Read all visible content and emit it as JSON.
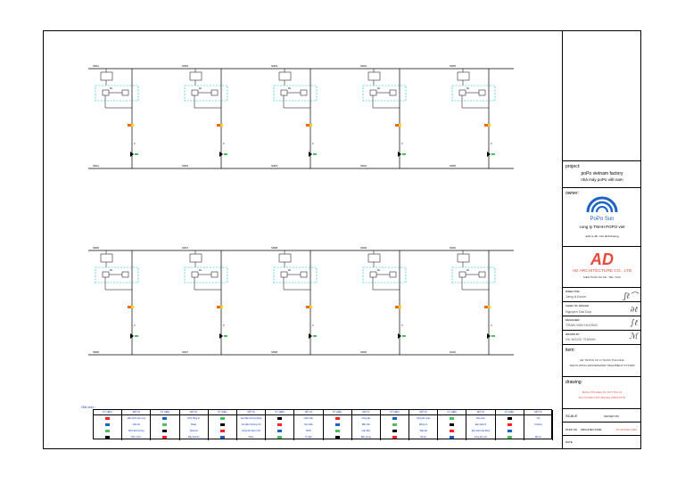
{
  "title_block": {
    "project_label": "project:",
    "project_en": "poPo vietnam factory",
    "project_vn": "nhà máy poPo việt nam",
    "owner_label": "owner:",
    "owner_logo_text": "PoPo Sun",
    "owner_company": "cong ty TNHH POPO viet",
    "owner_address": "add: lo 18 - kcn dinh thuong",
    "firm_logo": "AD",
    "firm_name": "AD ARCHITECTURE CO., LTD",
    "firm_sub": "KIEN TRUC SU AD - TEL / FAX",
    "director_label": "DIRECTOR",
    "director_name": "Jang A Kwon",
    "chief_label": "CHIEF OF DESIGN",
    "chief_name": "Nguyen Dai Duy",
    "designer_label": "DESIGNER",
    "designer_name": "TRAN VAN HUONG",
    "drawn_label": "DRAWN BY",
    "drawn_name": "VU NGOC THANH",
    "item_label": "item:",
    "item_vn": "HE THONG XU LY NUOC THAI NHA",
    "item_en": "THE PLATING WASTEWATER TREATMENT SYSTEM",
    "drawing_label": "drawing:",
    "drawing_vn": "MACH TIN HIEU IN, OUT PLC AI",
    "drawing_en": "PLC DI AND OUT SIGNAL CIRCUIT DI",
    "scale_label": "SCALE",
    "scale_value": "SHOWN ON",
    "sheet_label": "STEP NO",
    "sheet_value": "ARCHITECTURE",
    "sheet_no": "PC-ROHM-1-002",
    "date_label": "DATE"
  },
  "legend": {
    "title": "Ghi chú :",
    "headers": [
      "KÝ HIỆU",
      "MÔ TẢ",
      "KÝ HIỆU",
      "MÔ TẢ",
      "KÝ HIỆU",
      "MÔ TẢ",
      "KÝ HIỆU",
      "MÔ TẢ",
      "KÝ HIỆU",
      "MÔ TẢ",
      "KÝ HIỆU",
      "MÔ TẢ",
      "KÝ HIỆU",
      "MÔ TẢ",
      "KÝ HIỆU",
      "MÔ TẢ"
    ],
    "rows": [
      [
        "Màn hình cảm ứng",
        "Khởi động từ",
        "Van điện thường đóng",
        "Cảm biến",
        "Công tắc",
        "Công tắc xoay",
        "Đèn báo",
        "Còi"
      ],
      [
        "Cầu chì",
        "Relay",
        "Van điện thường mở",
        "Nút nhấn",
        "Biến tần",
        "Động cơ",
        "Đèn báo lỗi",
        "Chuông"
      ],
      [
        "Bơm định lượng",
        "Aptomat",
        "Công tắc hành trình",
        "MCB",
        "Cáp điện",
        "Tiếp địa",
        "Đèn báo hoạt động",
        ""
      ],
      [
        "Bơm chìm",
        "Máy thổi khí",
        "Phao",
        "Tủ điện",
        "Biến dòng",
        "Bộ đo",
        "Công tắc mức",
        "Bộ lọc"
      ]
    ]
  },
  "circuits": {
    "top_labels": [
      "S001",
      "S002",
      "S003",
      "S004",
      "S005"
    ],
    "bottom_labels": [
      "S006",
      "S007",
      "S008",
      "S009",
      "S010"
    ],
    "module_label": "RL",
    "node_label": "X"
  }
}
